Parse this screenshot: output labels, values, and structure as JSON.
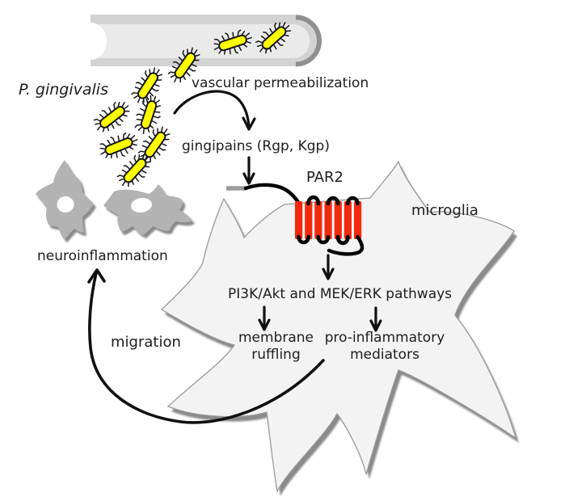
{
  "diagram": {
    "pathogen": "P. gingivalis",
    "vascular_process": "vascular permeabilization",
    "proteases": "gingipains (Rgp, Kgp)",
    "receptor": "PAR2",
    "cell_type": "microglia",
    "signaling_pathways": "PI3K/Akt and MEK/ERK pathways",
    "outcome_membrane": "membrane\nruffling",
    "outcome_mediators": "pro-inflammatory\nmediators",
    "migration": "migration",
    "neuroinflammation": "neuroinflammation"
  },
  "colors": {
    "text": "#1d1d1d",
    "bacteria_fill": "#ffff00",
    "receptor_red": "#f2290c",
    "vessel_wall": "#d2d2d2",
    "vessel_lumen": "#eaeaea",
    "vessel_cap": "#8f8f8f",
    "cell_fill": "#f3f3f3",
    "cell_outline": "#9a9a9a",
    "shadow": "#8a8a8a",
    "microglia_gray": "#b3b3b3",
    "fragment_gray": "#9b9b9b"
  },
  "counts": {
    "bacteria": 9,
    "receptor_transmembrane_helices": 7,
    "activated_microglia": 2
  }
}
